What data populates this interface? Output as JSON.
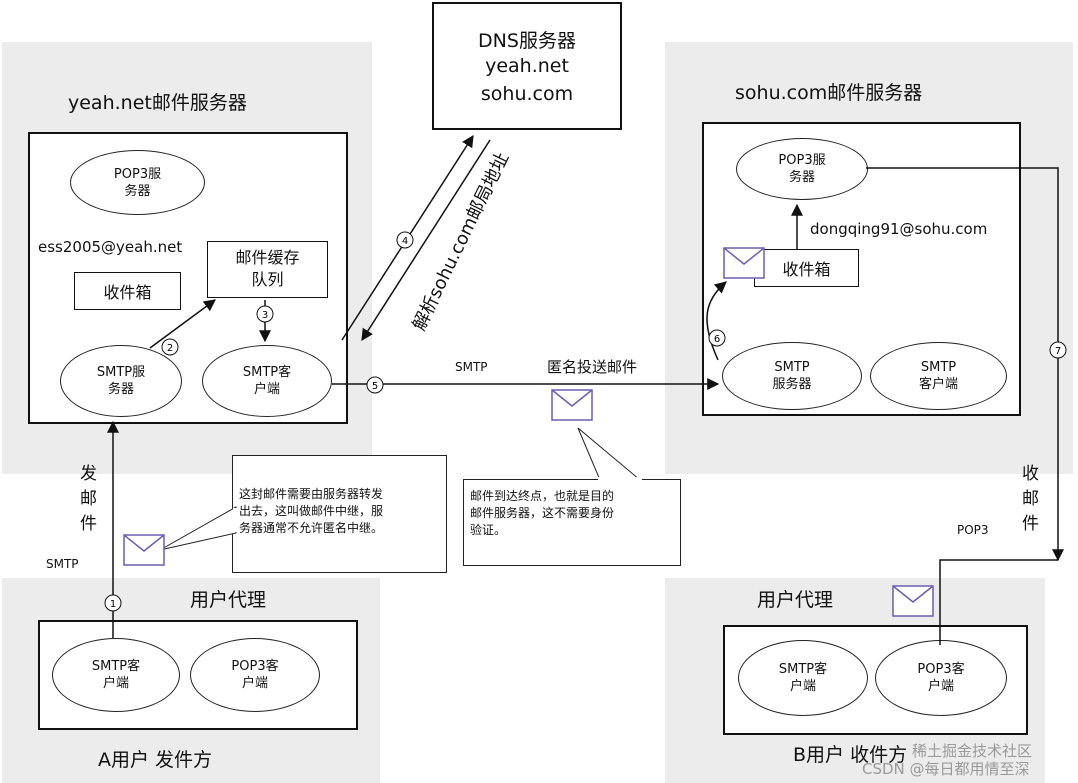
{
  "yeah_server": {
    "title": "yeah.net邮件服务器",
    "pop3": "POP3服\n务器",
    "account": "ess2005@yeah.net",
    "inbox": "收件箱",
    "queue": "邮件缓存\n队列",
    "smtp_server": "SMTP服\n务器",
    "smtp_client": "SMTP客\n户端"
  },
  "dns": {
    "title": "DNS服务器",
    "line1": "yeah.net",
    "line2": "sohu.com",
    "resolve_label": "解析sohu.com邮局地址"
  },
  "sohu_server": {
    "title": "sohu.com邮件服务器",
    "pop3": "POP3服\n务器",
    "account": "dongqing91@sohu.com",
    "inbox": "收件箱",
    "smtp_server": "SMTP\n服务器",
    "smtp_client": "SMTP\n客户端"
  },
  "transfer": {
    "protocol": "SMTP",
    "label": "匿名投送邮件"
  },
  "notes": {
    "relay": "这封邮件需要由服务器转发\n出去，这叫做邮件中继，服\n务器通常不允许匿名中继。",
    "arrive": "邮件到达终点，也就是目的\n邮件服务器，这不需要身份\n验证。"
  },
  "user_a": {
    "send_label": "发\n邮\n件",
    "protocol": "SMTP",
    "agent_title": "用户代理",
    "smtp_client": "SMTP客\n户端",
    "pop3_client": "POP3客\n户端",
    "caption": "A用户 发件方"
  },
  "user_b": {
    "recv_label": "收\n邮\n件",
    "protocol": "POP3",
    "agent_title": "用户代理",
    "smtp_client": "SMTP客\n户端",
    "pop3_client": "POP3客\n户端",
    "caption": "B用户 收件方"
  },
  "steps": [
    "1",
    "2",
    "3",
    "4",
    "5",
    "6",
    "7"
  ],
  "watermark": {
    "line1": "稀土掘金技术社区",
    "line2": "CSDN @每日都用情至深"
  }
}
